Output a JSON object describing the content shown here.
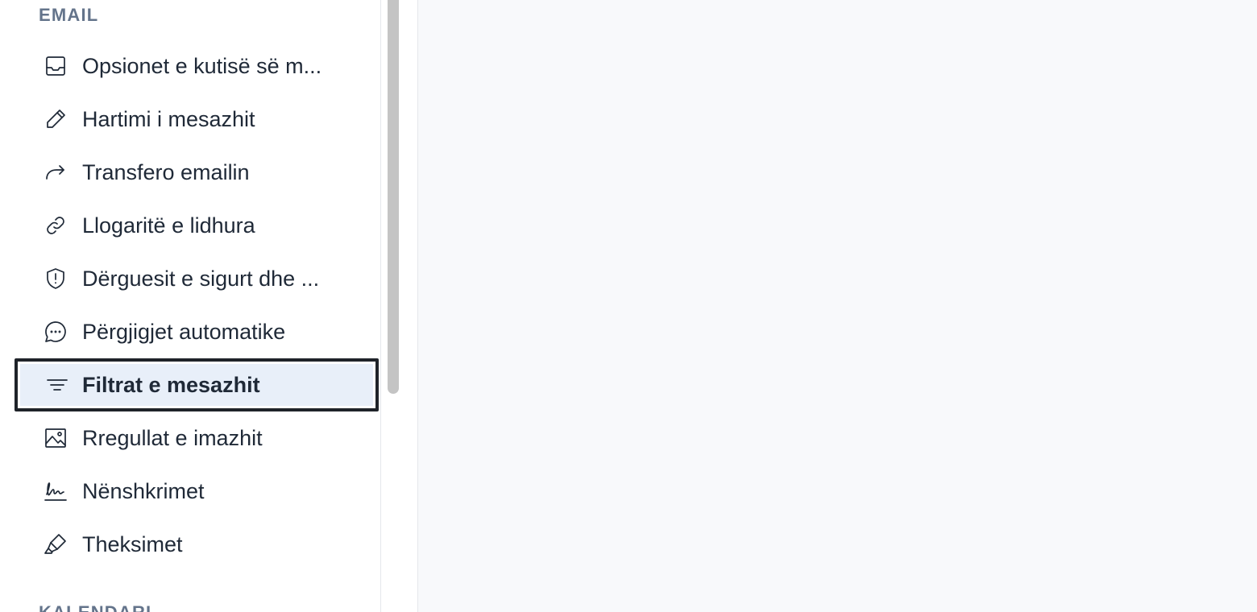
{
  "sections": {
    "email_heading": "EMAIL",
    "calendar_heading": "KALENDARI"
  },
  "nav": {
    "items": [
      {
        "label": "Opsionet e kutisë së m...",
        "icon": "inbox-icon"
      },
      {
        "label": "Hartimi i mesazhit",
        "icon": "pencil-icon"
      },
      {
        "label": "Transfero emailin",
        "icon": "forward-arrow-icon"
      },
      {
        "label": "Llogaritë e lidhura",
        "icon": "link-icon"
      },
      {
        "label": "Dërguesit e sigurt dhe ...",
        "icon": "shield-alert-icon"
      },
      {
        "label": "Përgjigjet automatike",
        "icon": "chat-bubble-icon"
      },
      {
        "label": "Filtrat e mesazhit",
        "icon": "filter-lines-icon",
        "active": true
      },
      {
        "label": "Rregullat e imazhit",
        "icon": "image-icon"
      },
      {
        "label": "Nënshkrimet",
        "icon": "signature-icon"
      },
      {
        "label": "Theksimet",
        "icon": "highlighter-icon"
      }
    ]
  },
  "colors": {
    "active_background": "#e8eff9",
    "active_border": "#1f2329",
    "heading_color": "#64748b",
    "text_color": "#1f2937",
    "main_background": "#f8f9fb",
    "scrollbar_thumb": "#c4c4c4"
  }
}
